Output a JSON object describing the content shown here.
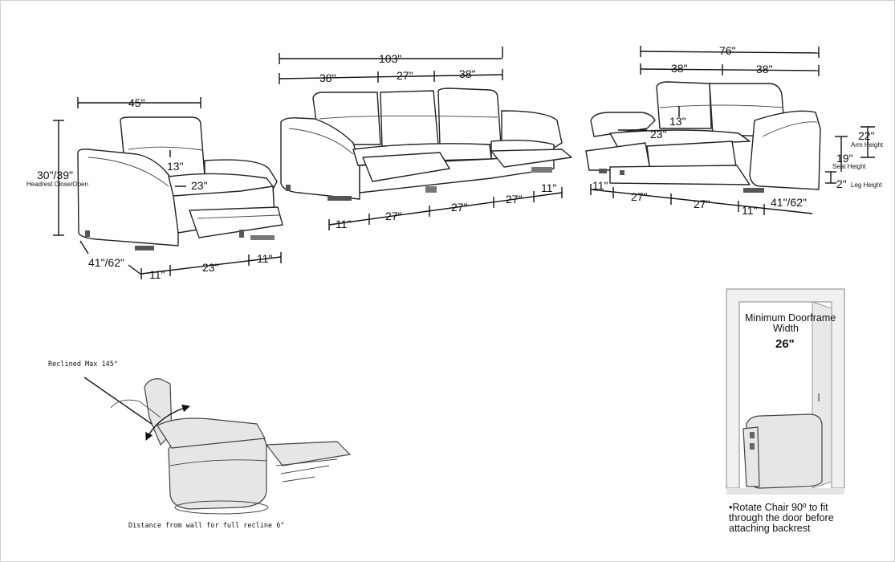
{
  "chair": {
    "width": "45\"",
    "height": "30\"/39\"",
    "height_caption": "Headrest Close/Open",
    "back_height": "13\"",
    "seat_depth": "23\"",
    "depth": "41\"/62\"",
    "bottom": [
      "11\"",
      "23\"",
      "11\""
    ]
  },
  "sofa": {
    "total": "103\"",
    "sections": [
      "38\"",
      "27\"",
      "38\""
    ],
    "bottom": [
      "11\"",
      "27\"",
      "27\"",
      "27\"",
      "11\""
    ]
  },
  "loveseat": {
    "total": "76\"",
    "sections": [
      "38\"",
      "38\""
    ],
    "back_height": "13\"",
    "seat_depth": "23\"",
    "bottom": [
      "11\"",
      "27\"",
      "27\"",
      "11\""
    ],
    "depth": "41\"/62\"",
    "arm_height": "22\"",
    "arm_caption": "Arm Height",
    "seat_height": "19\"",
    "seat_caption": "Seat Height",
    "leg_height": "2\"",
    "leg_caption": "Leg Height"
  },
  "recline": {
    "max_label": "Reclined Max 145°",
    "wall_note": "Distance from wall for full recline 6\""
  },
  "doorframe": {
    "title": "Minimum Doorframe Width",
    "width": "26\"",
    "note": "•Rotate Chair 90º to fit through the door before attaching backrest"
  }
}
